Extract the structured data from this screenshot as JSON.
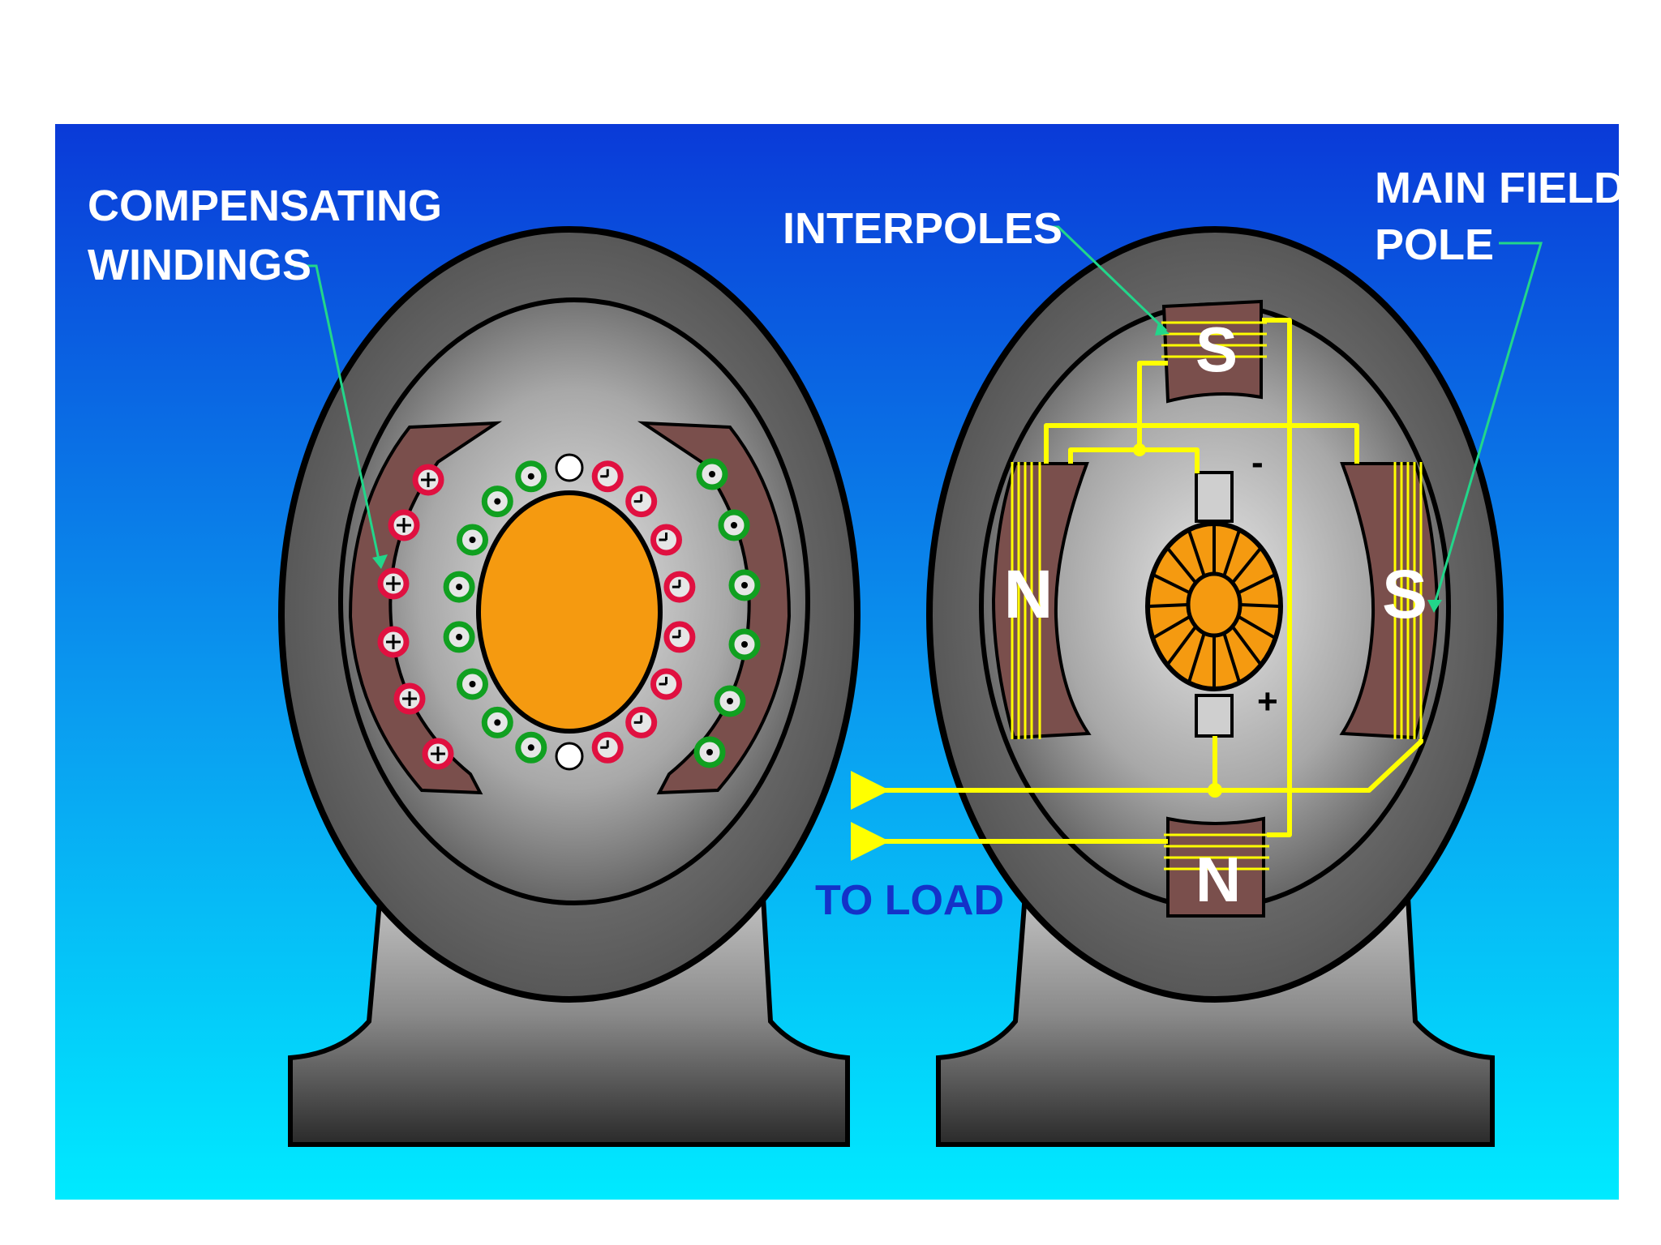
{
  "labels": {
    "compensating_line1": "COMPENSATING",
    "compensating_line2": "WINDINGS",
    "interpoles": "INTERPOLES",
    "main_field_line1": "MAIN FIELD",
    "main_field_line2": "POLE",
    "to_load": "TO LOAD"
  },
  "pole_letters": {
    "interpole_top": "S",
    "interpole_bottom": "N",
    "main_left": "N",
    "main_right": "S"
  },
  "brush_polarity": {
    "top": "-",
    "bottom": "+"
  },
  "colors": {
    "background_top": "#0a3ad8",
    "background_bottom": "#00eaff",
    "housing": "#6a6a6a",
    "pole_piece": "#7a4f4c",
    "rotor": "#f59a10",
    "wire": "#ffff00",
    "leader_line": "#22d68a",
    "label_text": "#ffffff",
    "to_load_text": "#1432c8",
    "winding_red": "#e01040",
    "winding_green": "#10a020"
  }
}
